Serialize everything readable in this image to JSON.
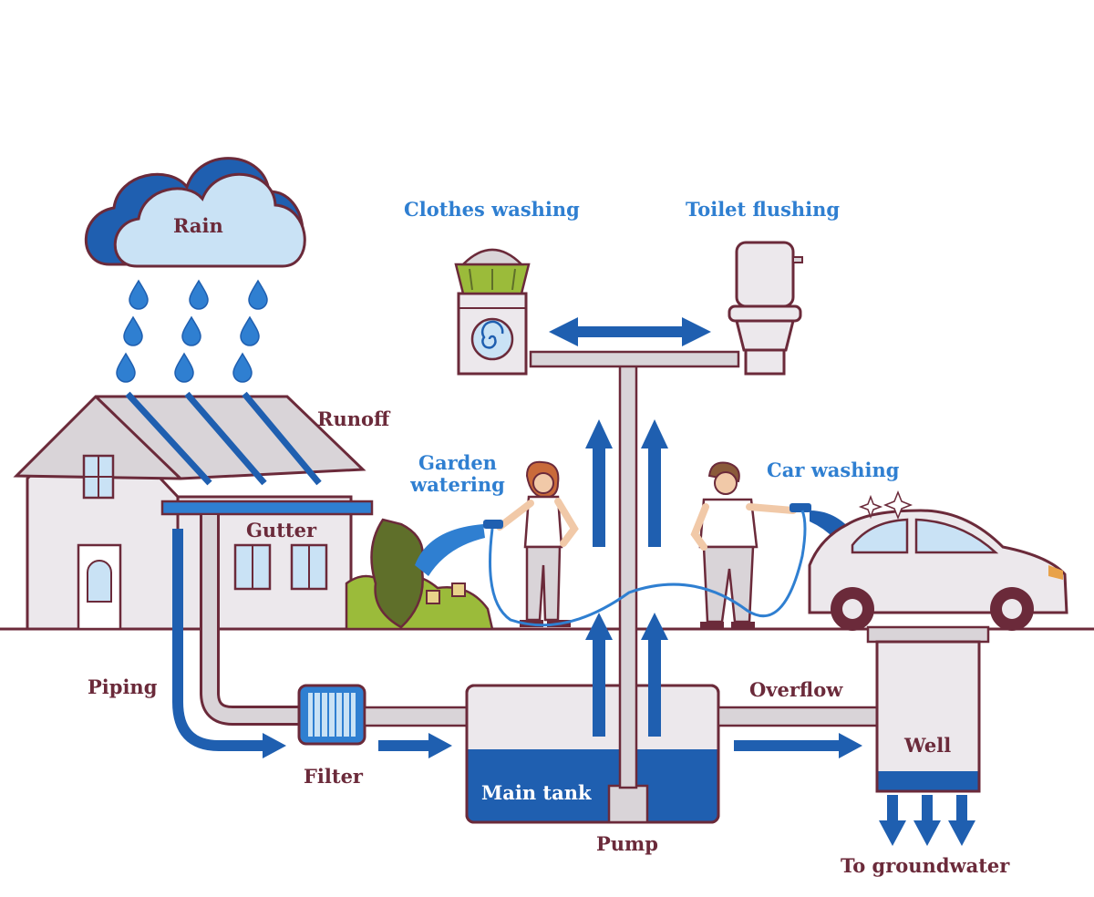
{
  "labels": {
    "rain": "Rain",
    "runoff": "Runoff",
    "gutter": "Gutter",
    "piping": "Piping",
    "filter": "Filter",
    "main_tank": "Main tank",
    "pump": "Pump",
    "overflow": "Overflow",
    "well": "Well",
    "to_groundwater": "To groundwater",
    "clothes_washing": "Clothes washing",
    "toilet_flushing": "Toilet flushing",
    "garden_watering_line1": "Garden",
    "garden_watering_line2": "watering",
    "car_washing": "Car washing"
  },
  "colors": {
    "outline": "#6b2a3a",
    "water_blue": "#2f7fd1",
    "dark_blue": "#1f5fb0",
    "light_blue": "#c9e2f5",
    "pipe_gray": "#d9d4d8",
    "wall_gray": "#ece8ec",
    "bush_green": "#9bbb3a",
    "dark_green": "#5f6f2a"
  },
  "icons": [
    "cloud-icon",
    "raindrop-icon",
    "house-icon",
    "washing-machine-icon",
    "toilet-icon",
    "person-icon",
    "car-icon",
    "bush-icon",
    "filter-icon",
    "arrow-icon"
  ]
}
